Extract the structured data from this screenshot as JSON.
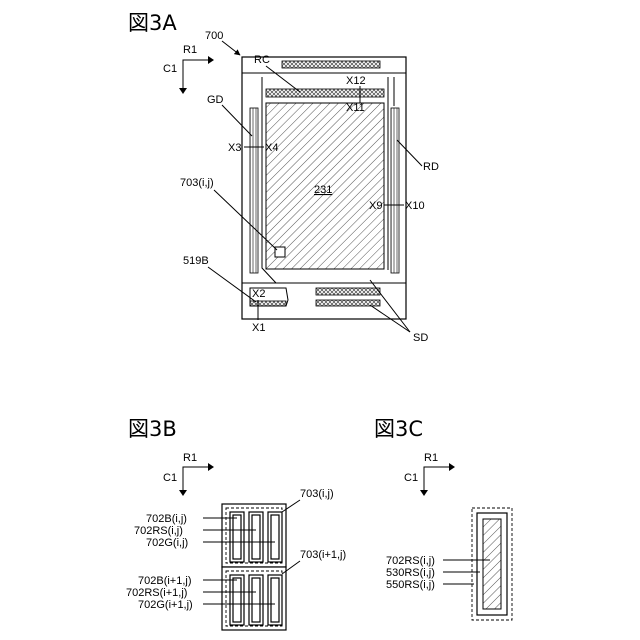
{
  "figures": {
    "fig_a": {
      "title": "図3A",
      "dir_r": "R1",
      "dir_c": "C1",
      "labels": {
        "panel": "700",
        "rc": "RC",
        "gd": "GD",
        "rd": "RD",
        "sd": "SD",
        "area": "231",
        "pixel": "703(i,j)",
        "terminal": "519B",
        "x1": "X1",
        "x2": "X2",
        "x3": "X3",
        "x4": "X4",
        "x9": "X9",
        "x10": "X10",
        "x11": "X11",
        "x12": "X12"
      }
    },
    "fig_b": {
      "title": "図3B",
      "dir_r": "R1",
      "dir_c": "C1",
      "labels": {
        "pix_top": "703(i,j)",
        "pix_bottom": "703(i+1,j)",
        "b_top": "702B(i,j)",
        "rs_top": "702RS(i,j)",
        "g_top": "702G(i,j)",
        "b_bot": "702B(i+1,j)",
        "rs_bot": "702RS(i+1,j)",
        "g_bot": "702G(i+1,j)"
      }
    },
    "fig_c": {
      "title": "図3C",
      "dir_r": "R1",
      "dir_c": "C1",
      "labels": {
        "rs": "702RS(i,j)",
        "l530": "530RS(i,j)",
        "l550": "550RS(i,j)"
      }
    }
  }
}
